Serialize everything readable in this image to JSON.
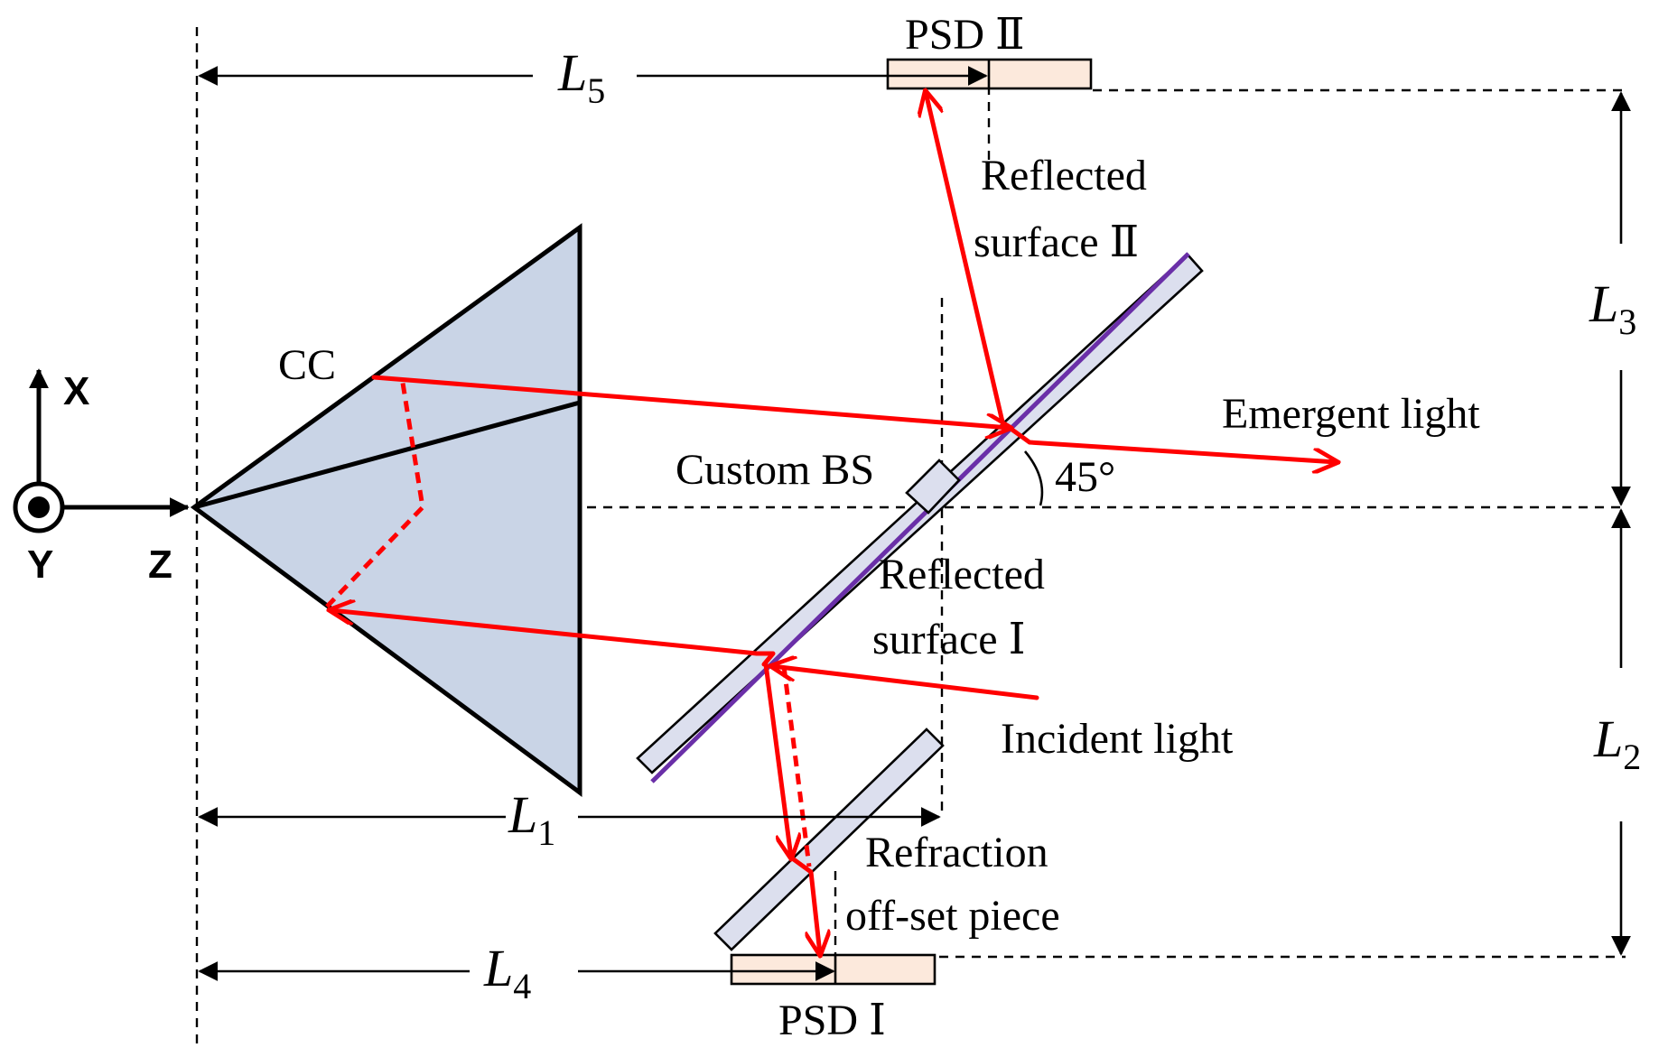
{
  "labels": {
    "psd2": "PSD Ⅱ",
    "psd1": "PSD Ⅰ",
    "cc": "CC",
    "custom_bs": "Custom BS",
    "reflected_2_line1": "Reflected",
    "reflected_2_line2": "surface Ⅱ",
    "reflected_1_line1": "Reflected",
    "reflected_1_line2": "surface Ⅰ",
    "emergent": "Emergent light",
    "incident": "Incident light",
    "refraction_line1": "Refraction",
    "refraction_line2": "off-set piece",
    "angle": "45°",
    "axis_x": "X",
    "axis_y": "Y",
    "axis_z": "Z"
  },
  "dimensions": {
    "L1": {
      "sym": "L",
      "sub": "1"
    },
    "L2": {
      "sym": "L",
      "sub": "2"
    },
    "L3": {
      "sym": "L",
      "sub": "3"
    },
    "L4": {
      "sym": "L",
      "sub": "4"
    },
    "L5": {
      "sym": "L",
      "sub": "5"
    }
  },
  "colors": {
    "ray": "#ff0000",
    "prism_fill": "#c9d4e6",
    "plate_fill": "#dcdfee",
    "reflective_coating": "#6a2fa8",
    "psd_fill": "#fce9dc"
  }
}
